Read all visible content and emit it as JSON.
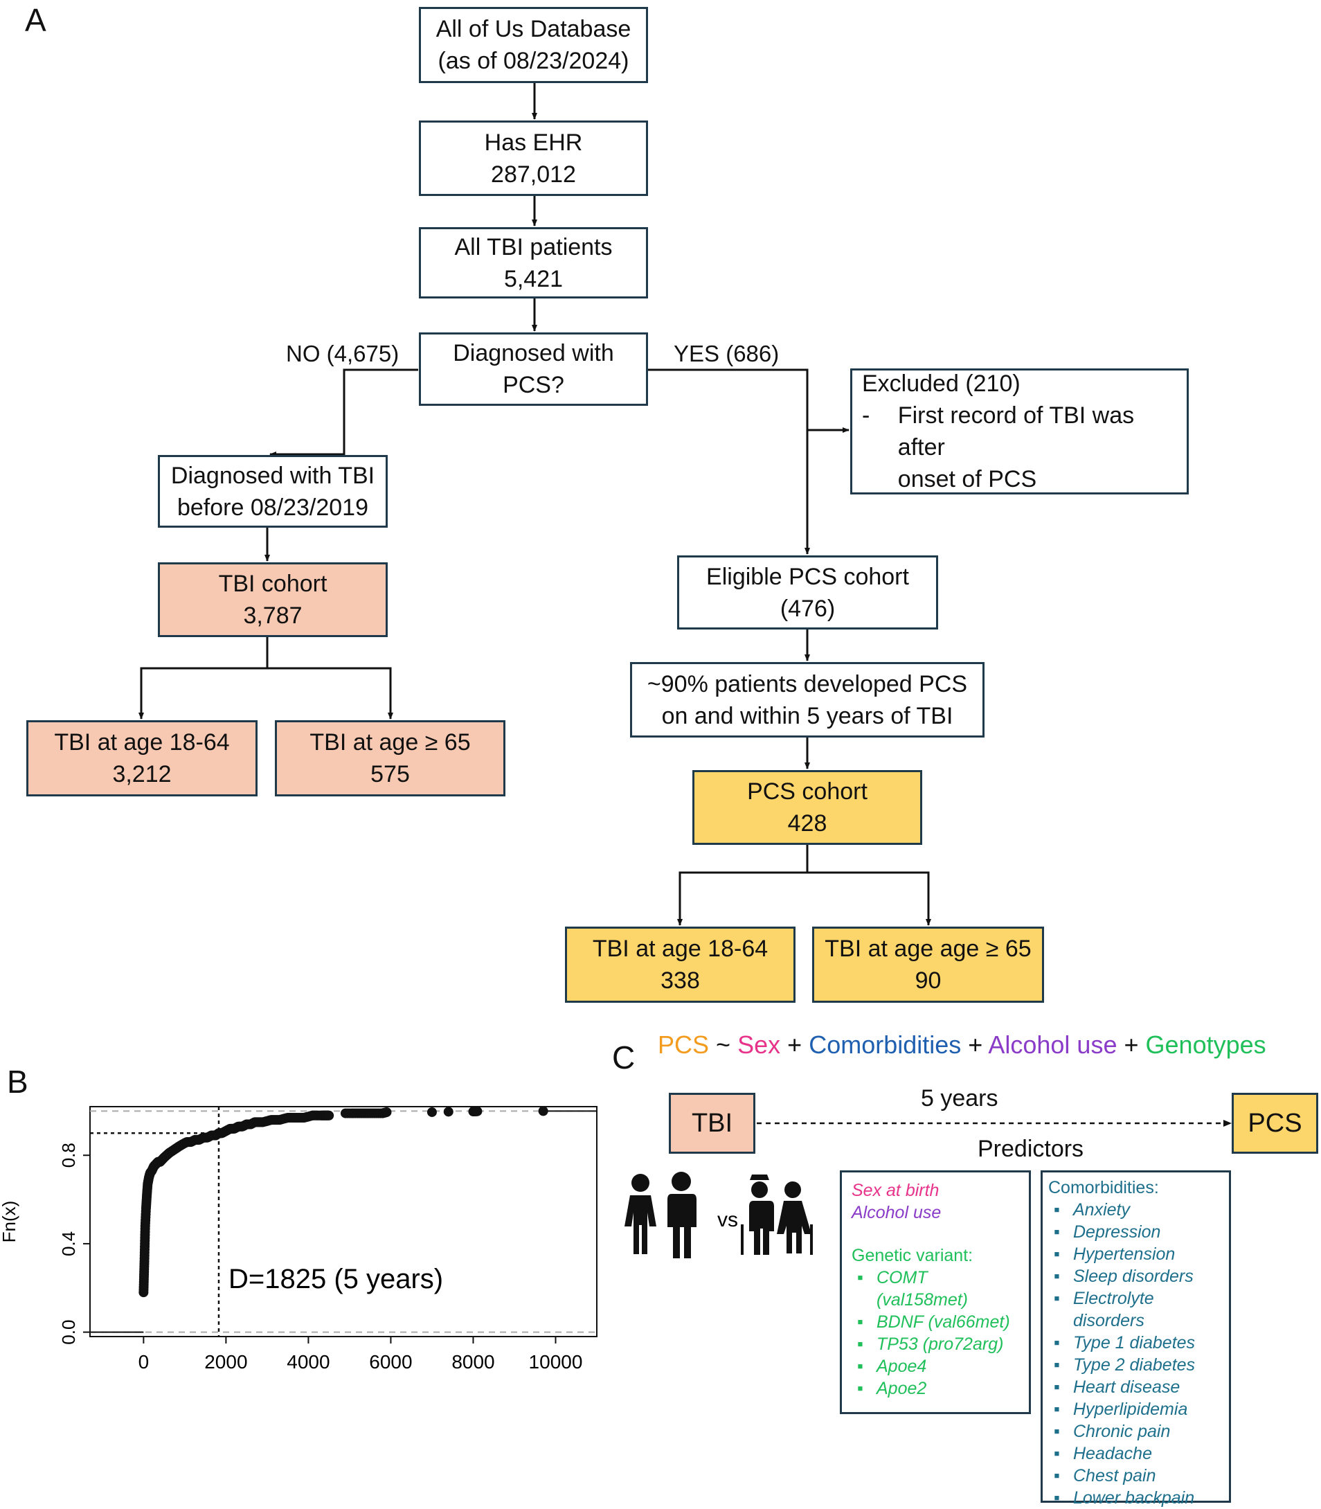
{
  "panels": {
    "a": "A",
    "b": "B",
    "c": "C"
  },
  "colors": {
    "salmon": "#f7c9b2",
    "gold": "#fdd66b",
    "pcs": "#f39c1f",
    "sex": "#e8338a",
    "comorbidities": "#1f5fb0",
    "alcohol": "#8a3cc9",
    "genotypes": "#1fbf5a",
    "list_teal": "#1d6f8b"
  },
  "flow": {
    "database": {
      "line1": "All of Us Database",
      "line2": "(as of 08/23/2024)"
    },
    "ehr": {
      "line1": "Has EHR",
      "line2": "287,012"
    },
    "tbi_all": {
      "line1": "All TBI patients",
      "line2": "5,421"
    },
    "pcs_question": {
      "line1": "Diagnosed with",
      "line2": "PCS?"
    },
    "no_label": "NO (4,675)",
    "yes_label": "YES (686)",
    "excluded": {
      "title": "Excluded (210)",
      "dash": "-",
      "line1": "First record of TBI was after",
      "line2": "onset of PCS"
    },
    "diag_tbi": {
      "line1": "Diagnosed with TBI",
      "line2": "before 08/23/2019"
    },
    "tbi_cohort": {
      "line1": "TBI cohort",
      "line2": "3,787"
    },
    "tbi_young": {
      "line1": "TBI at age 18-64",
      "line2": "3,212"
    },
    "tbi_old": {
      "line1": "TBI at age ≥ 65",
      "line2": "575"
    },
    "eligible": {
      "line1": "Eligible PCS cohort",
      "line2": "(476)"
    },
    "within5": {
      "line1": "~90% patients developed PCS",
      "line2": "on and within 5 years of TBI"
    },
    "pcs_cohort": {
      "line1": "PCS cohort",
      "line2": "428"
    },
    "pcs_young": {
      "line1": "TBI at age 18-64",
      "line2": "338"
    },
    "pcs_old": {
      "line1": "TBI at age age ≥ 65",
      "line2": "90"
    }
  },
  "chart_data": {
    "type": "scatter",
    "title": "",
    "xlabel": "",
    "ylabel": "Fn(x)",
    "xlim": [
      -1300,
      11000
    ],
    "ylim": [
      -0.02,
      1.02
    ],
    "x_ticks": [
      "0",
      "2000",
      "4000",
      "6000",
      "8000",
      "10000"
    ],
    "y_ticks": [
      "0.0",
      "0.4",
      "0.8"
    ],
    "annotation": "D=1825 (5 years)",
    "cutoff_x": 1825,
    "cutoff_y": 0.9,
    "series": [
      {
        "x": [
          0,
          10,
          20,
          30,
          40,
          60,
          80,
          100,
          130,
          160,
          200,
          250,
          300,
          350,
          400,
          450,
          500,
          560,
          620,
          700,
          780,
          860,
          950,
          1050,
          1150,
          1250,
          1350,
          1450,
          1550,
          1650,
          1750,
          1825,
          1900,
          2000,
          2100,
          2200,
          2300,
          2400,
          2500,
          2600,
          2700,
          2800,
          2900,
          3100,
          3300,
          3500,
          3700,
          3900,
          4100,
          4300,
          4400,
          4500,
          4900,
          5200,
          5500,
          5800,
          5900,
          7000,
          7400,
          8000,
          8100,
          9700
        ],
        "y": [
          0.18,
          0.25,
          0.32,
          0.4,
          0.48,
          0.56,
          0.62,
          0.67,
          0.7,
          0.72,
          0.73,
          0.75,
          0.76,
          0.77,
          0.77,
          0.78,
          0.79,
          0.8,
          0.81,
          0.82,
          0.83,
          0.84,
          0.85,
          0.86,
          0.86,
          0.87,
          0.87,
          0.88,
          0.88,
          0.89,
          0.89,
          0.9,
          0.9,
          0.91,
          0.92,
          0.92,
          0.93,
          0.93,
          0.94,
          0.94,
          0.95,
          0.95,
          0.95,
          0.96,
          0.96,
          0.97,
          0.97,
          0.97,
          0.98,
          0.98,
          0.98,
          0.98,
          0.99,
          0.99,
          0.99,
          0.99,
          0.995,
          0.995,
          0.997,
          0.998,
          0.999,
          1.0
        ]
      }
    ]
  },
  "model": {
    "formula": {
      "pcs": "PCS",
      "tilde": "~",
      "sex": "Sex",
      "plus1": "+",
      "comorbidities": "Comorbidities",
      "plus2": "+",
      "alcohol": "Alcohol use",
      "plus3": "+",
      "genotypes": "Genotypes"
    },
    "tbi_label": "TBI",
    "pcs_label": "PCS",
    "years_label": "5 years",
    "predictors_title": "Predictors",
    "vs_label": "vs",
    "sex_at_birth": "Sex at birth",
    "alcohol_use": "Alcohol use",
    "genetic_title": "Genetic variant:",
    "genetic": [
      "COMT (val158met)",
      "BDNF (val66met)",
      "TP53 (pro72arg)",
      "Apoe4",
      "Apoe2"
    ],
    "comorbidities_title": "Comorbidities:",
    "comorbidities": [
      "Anxiety",
      "Depression",
      "Hypertension",
      "Sleep disorders",
      "Electrolyte disorders",
      "Type 1 diabetes",
      "Type 2 diabetes",
      "Heart disease",
      "Hyperlipidemia",
      "Chronic pain",
      "Headache",
      "Chest pain",
      "Lower backpain"
    ]
  }
}
